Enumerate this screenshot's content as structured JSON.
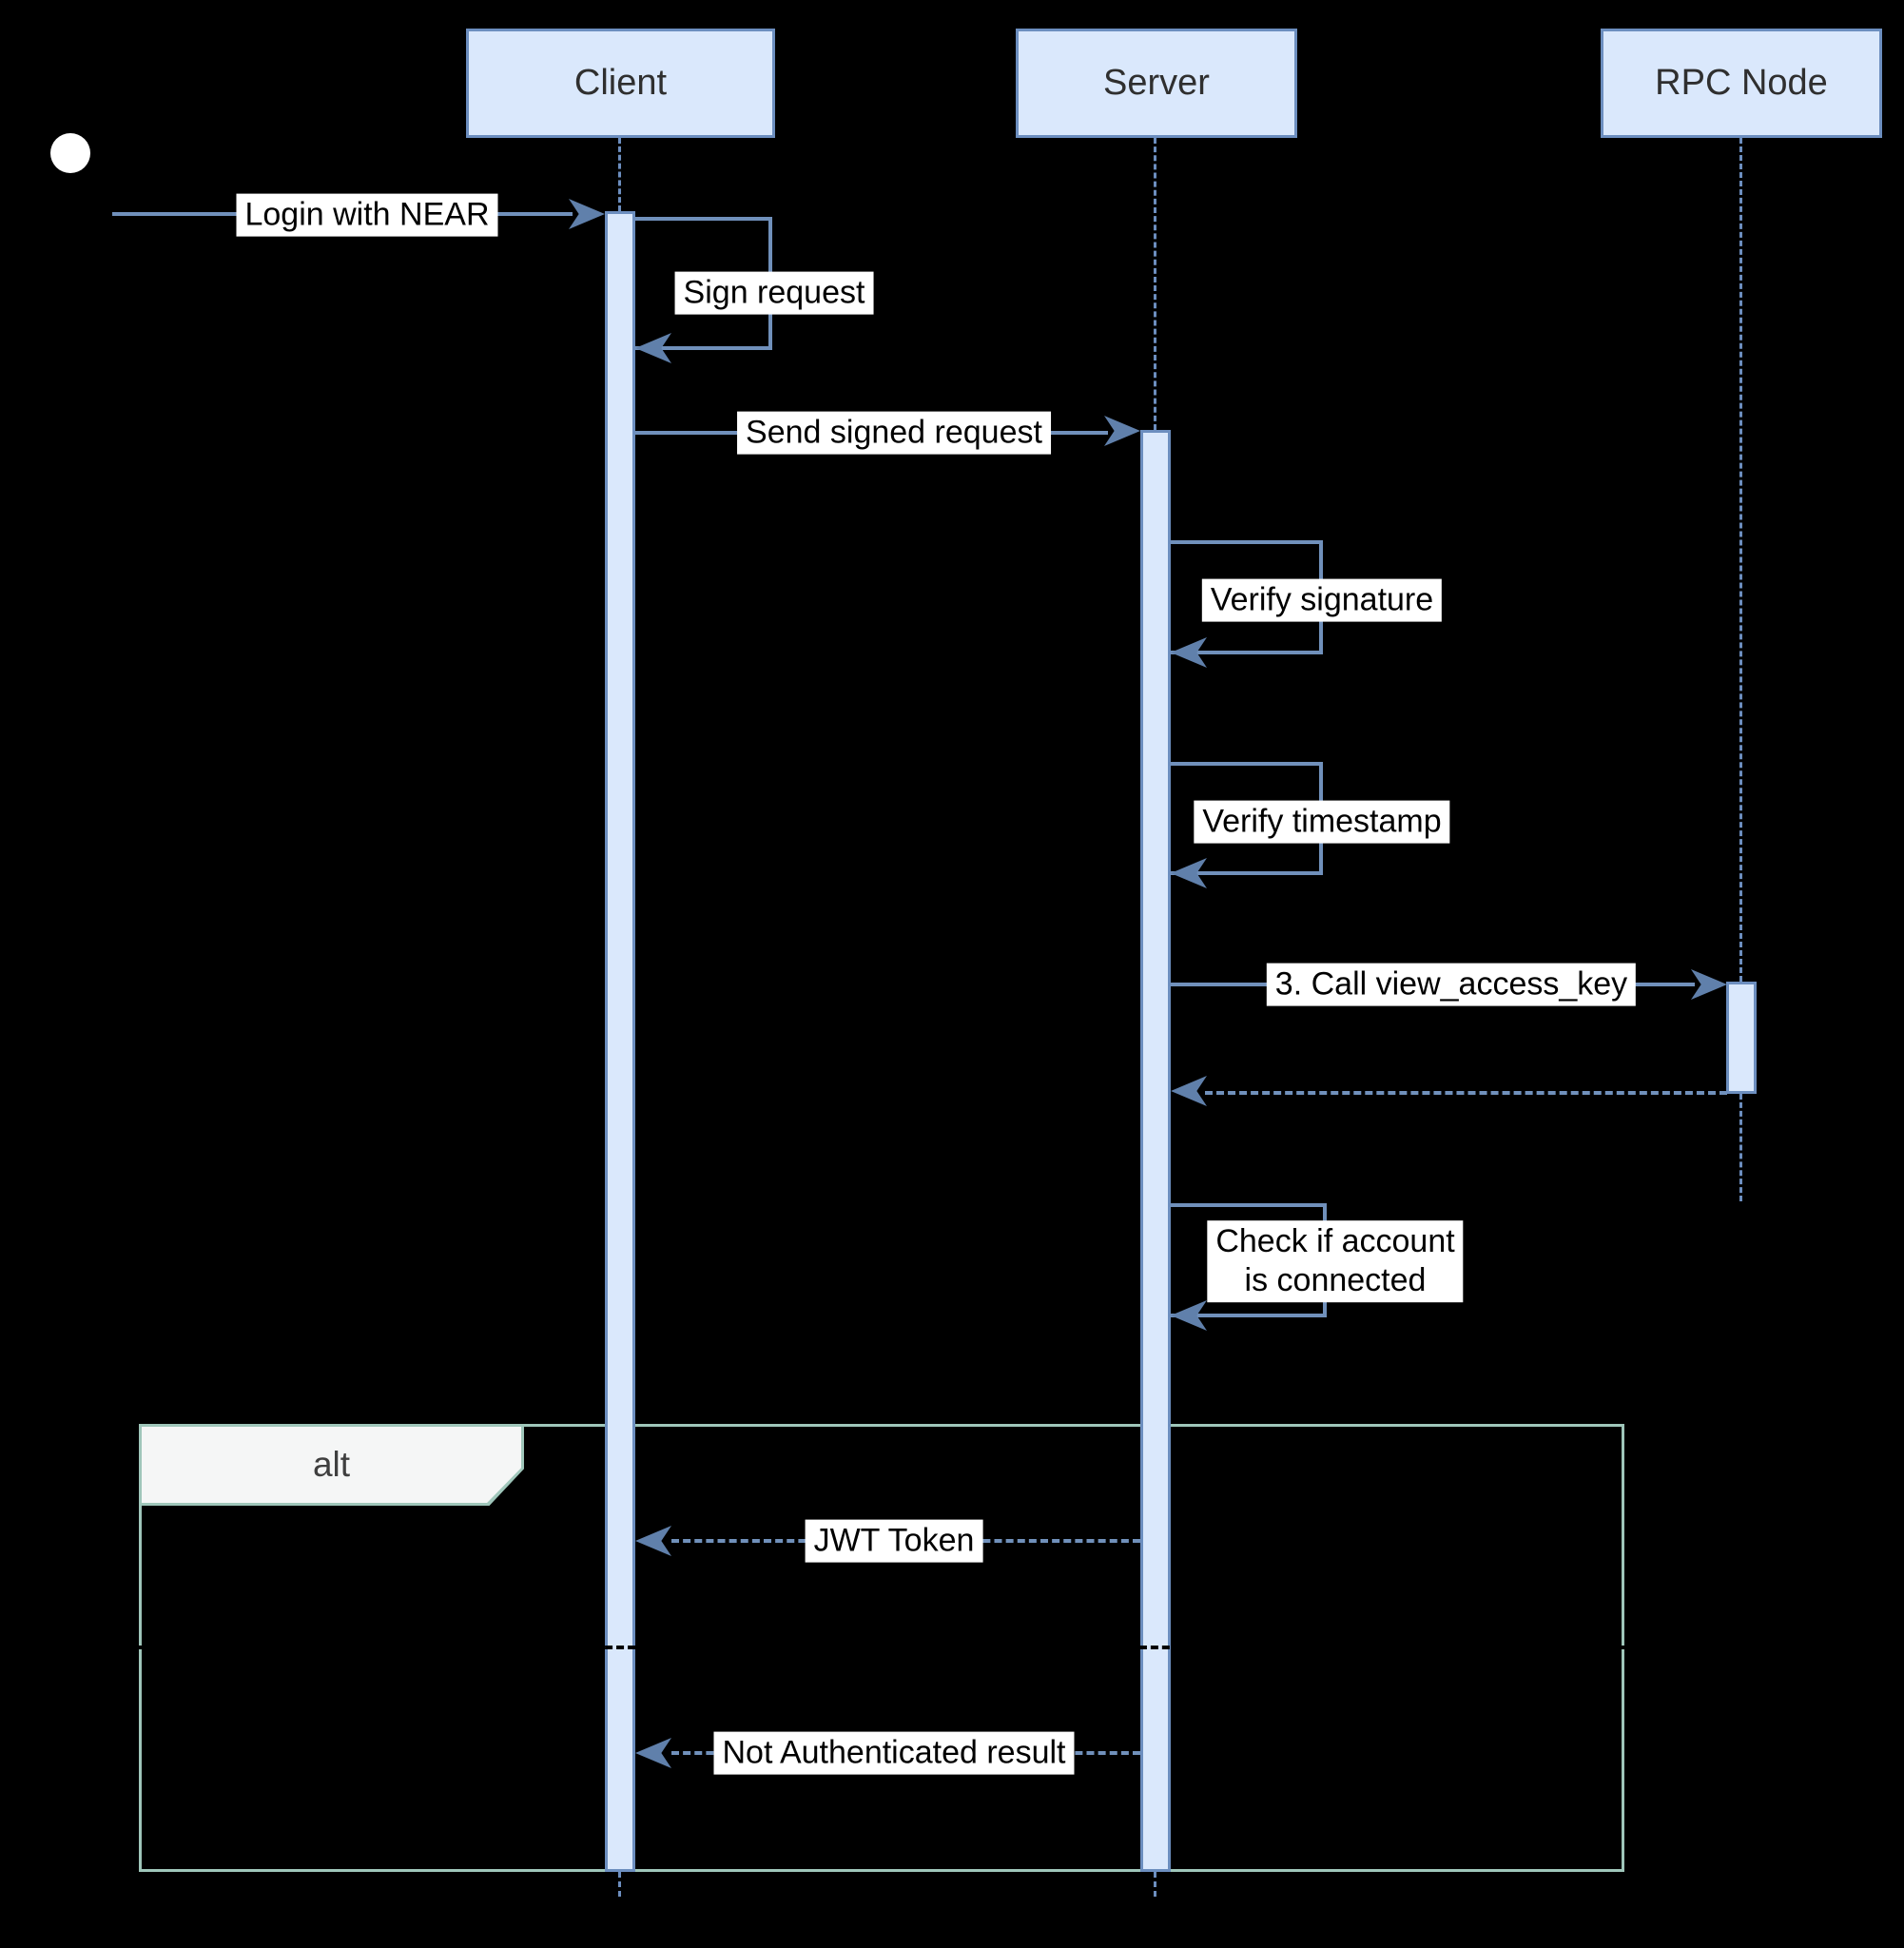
{
  "actors": [
    {
      "name": "Client"
    },
    {
      "name": "Server"
    },
    {
      "name": "RPC Node"
    }
  ],
  "messages": {
    "login": {
      "label": "Login with NEAR",
      "type": "solid",
      "from": "start",
      "to": "Client"
    },
    "sign_request": {
      "label": "Sign request",
      "type": "self",
      "on": "Client"
    },
    "send_signed_request": {
      "label": "Send signed request",
      "type": "solid",
      "from": "Client",
      "to": "Server"
    },
    "verify_signature": {
      "label": "Verify signature",
      "type": "self",
      "on": "Server"
    },
    "verify_timestamp": {
      "label": "Verify timestamp",
      "type": "self",
      "on": "Server"
    },
    "call_view_access_key": {
      "label": "3. Call view_access_key",
      "type": "solid",
      "from": "Server",
      "to": "RPC Node"
    },
    "rpc_return": {
      "label": "",
      "type": "dashed-return",
      "from": "RPC Node",
      "to": "Server"
    },
    "check_account_connected": {
      "label": "Check if account\nis connected",
      "type": "self",
      "on": "Server"
    },
    "jwt_token": {
      "label": "JWT Token",
      "type": "dashed-return",
      "from": "Server",
      "to": "Client"
    },
    "not_authenticated": {
      "label": "Not Authenticated result",
      "type": "dashed-return",
      "from": "Server",
      "to": "Client"
    }
  },
  "alt_frame": {
    "label": "alt"
  },
  "colors": {
    "background": "#000000",
    "actor_fill": "#dae8fc",
    "actor_border": "#6c8ebf",
    "line": "#7090bb",
    "arrowhead": "#6080ab",
    "label_bg": "#ffffff",
    "label_text": "#000000",
    "frame_border": "#9fc6ba",
    "frame_label_fill": "#f5f6f6"
  }
}
